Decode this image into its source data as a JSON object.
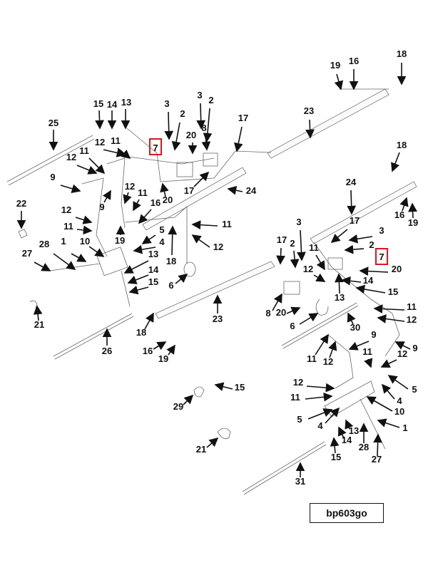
{
  "diagram": {
    "code": "bp603go",
    "highlight_color": "#e0141e",
    "callouts": [
      "25",
      "15",
      "14",
      "13",
      "12",
      "11",
      "12",
      "11",
      "9",
      "9",
      "12",
      "11",
      "16",
      "20",
      "12",
      "11",
      "10",
      "1",
      "28",
      "27",
      "22",
      "19",
      "5",
      "4",
      "13",
      "14",
      "15",
      "18",
      "3",
      "2",
      "3",
      "2",
      "20",
      "17",
      "8",
      "17",
      "7",
      "24",
      "11",
      "12",
      "6",
      "21",
      "26",
      "18",
      "23",
      "16",
      "19",
      "29",
      "15",
      "21",
      "23",
      "19",
      "16",
      "18",
      "18",
      "24",
      "16",
      "19",
      "17",
      "3",
      "2",
      "7",
      "20",
      "17",
      "2",
      "3",
      "11",
      "12",
      "14",
      "15",
      "13",
      "8",
      "20",
      "6",
      "30",
      "11",
      "12",
      "9",
      "9",
      "11",
      "12",
      "11",
      "12",
      "12",
      "11",
      "5",
      "4",
      "10",
      "1",
      "5",
      "4",
      "13",
      "14",
      "28",
      "27",
      "15",
      "31"
    ]
  }
}
